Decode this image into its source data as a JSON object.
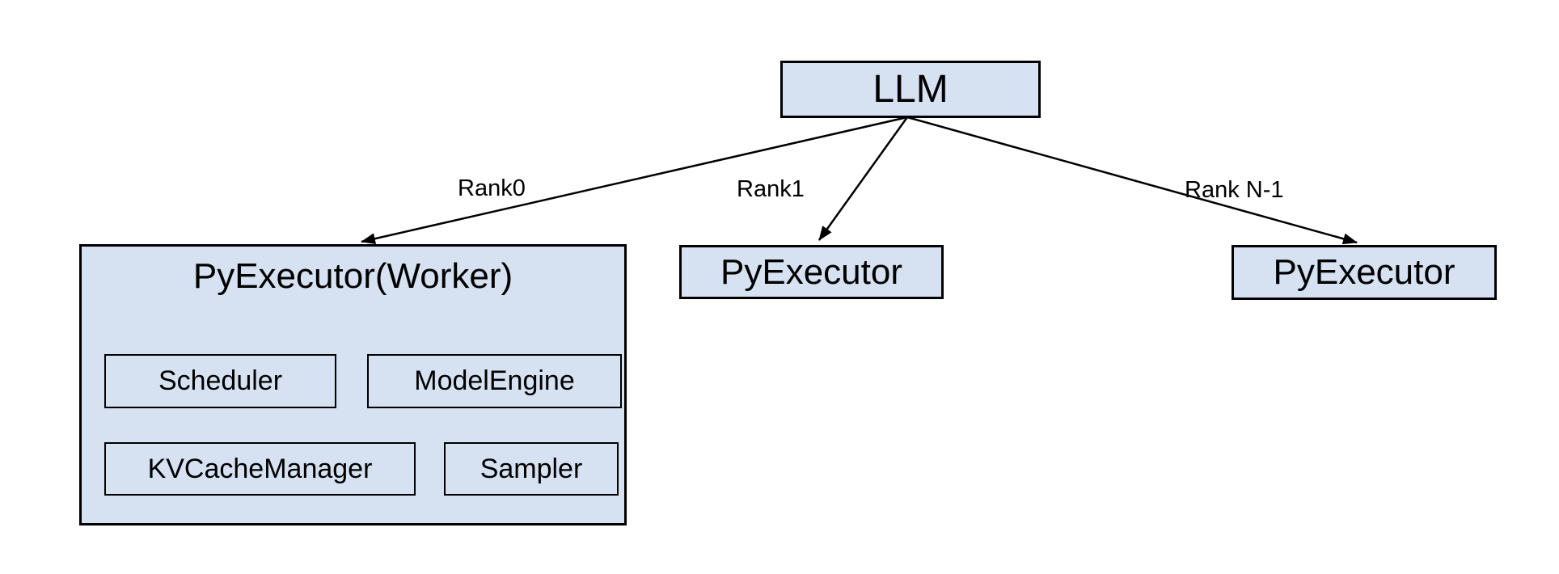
{
  "nodes": {
    "llm": "LLM",
    "worker_title": "PyExecutor(Worker)",
    "scheduler": "Scheduler",
    "model_engine": "ModelEngine",
    "kv_cache_manager": "KVCacheManager",
    "sampler": "Sampler",
    "pyexecutor_rank1": "PyExecutor",
    "pyexecutor_rank_n": "PyExecutor"
  },
  "edge_labels": {
    "rank0": "Rank0",
    "rank1": "Rank1",
    "rank_n_minus_1": "Rank N-1"
  },
  "colors": {
    "background": "#ffffff",
    "node_fill": "#d6e1f1",
    "node_border": "#000000",
    "arrow": "#000000",
    "text": "#000000"
  }
}
